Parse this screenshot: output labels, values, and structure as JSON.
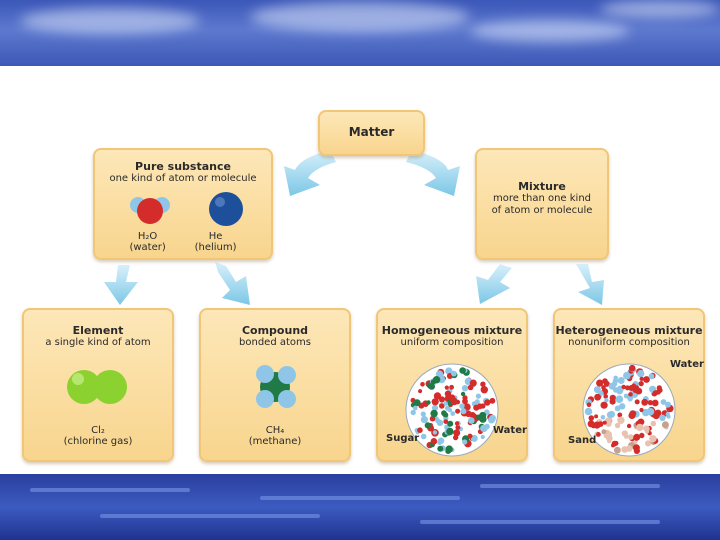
{
  "matter": {
    "title": "Matter"
  },
  "pure": {
    "title": "Pure substance",
    "desc": "one kind of atom or molecule",
    "water_formula": "H₂O",
    "water_name": "(water)",
    "helium_formula": "He",
    "helium_name": "(helium)"
  },
  "mixture": {
    "title": "Mixture",
    "desc_line1": "more than one kind",
    "desc_line2": "of atom or molecule"
  },
  "element": {
    "title": "Element",
    "desc": "a single kind of atom",
    "formula": "Cl₂",
    "name": "(chlorine gas)"
  },
  "compound": {
    "title": "Compound",
    "desc": "bonded atoms",
    "formula": "CH₄",
    "name": "(methane)"
  },
  "homogeneous": {
    "title": "Homogeneous mixture",
    "desc": "uniform composition",
    "label_sugar": "Sugar",
    "label_water": "Water"
  },
  "heterogeneous": {
    "title": "Heterogeneous mixture",
    "desc": "nonuniform composition",
    "label_water": "Water",
    "label_sand": "Sand"
  },
  "colors": {
    "box_fill": "#fbdfa3",
    "arrow": "#8fd0ea",
    "oxygen": "#d42b2b",
    "hydrogen": "#8fc6e8",
    "helium": "#1d4f9a",
    "chlorine": "#8bd12f",
    "carbon": "#1f7a45",
    "sand": "#e8c2b0"
  }
}
